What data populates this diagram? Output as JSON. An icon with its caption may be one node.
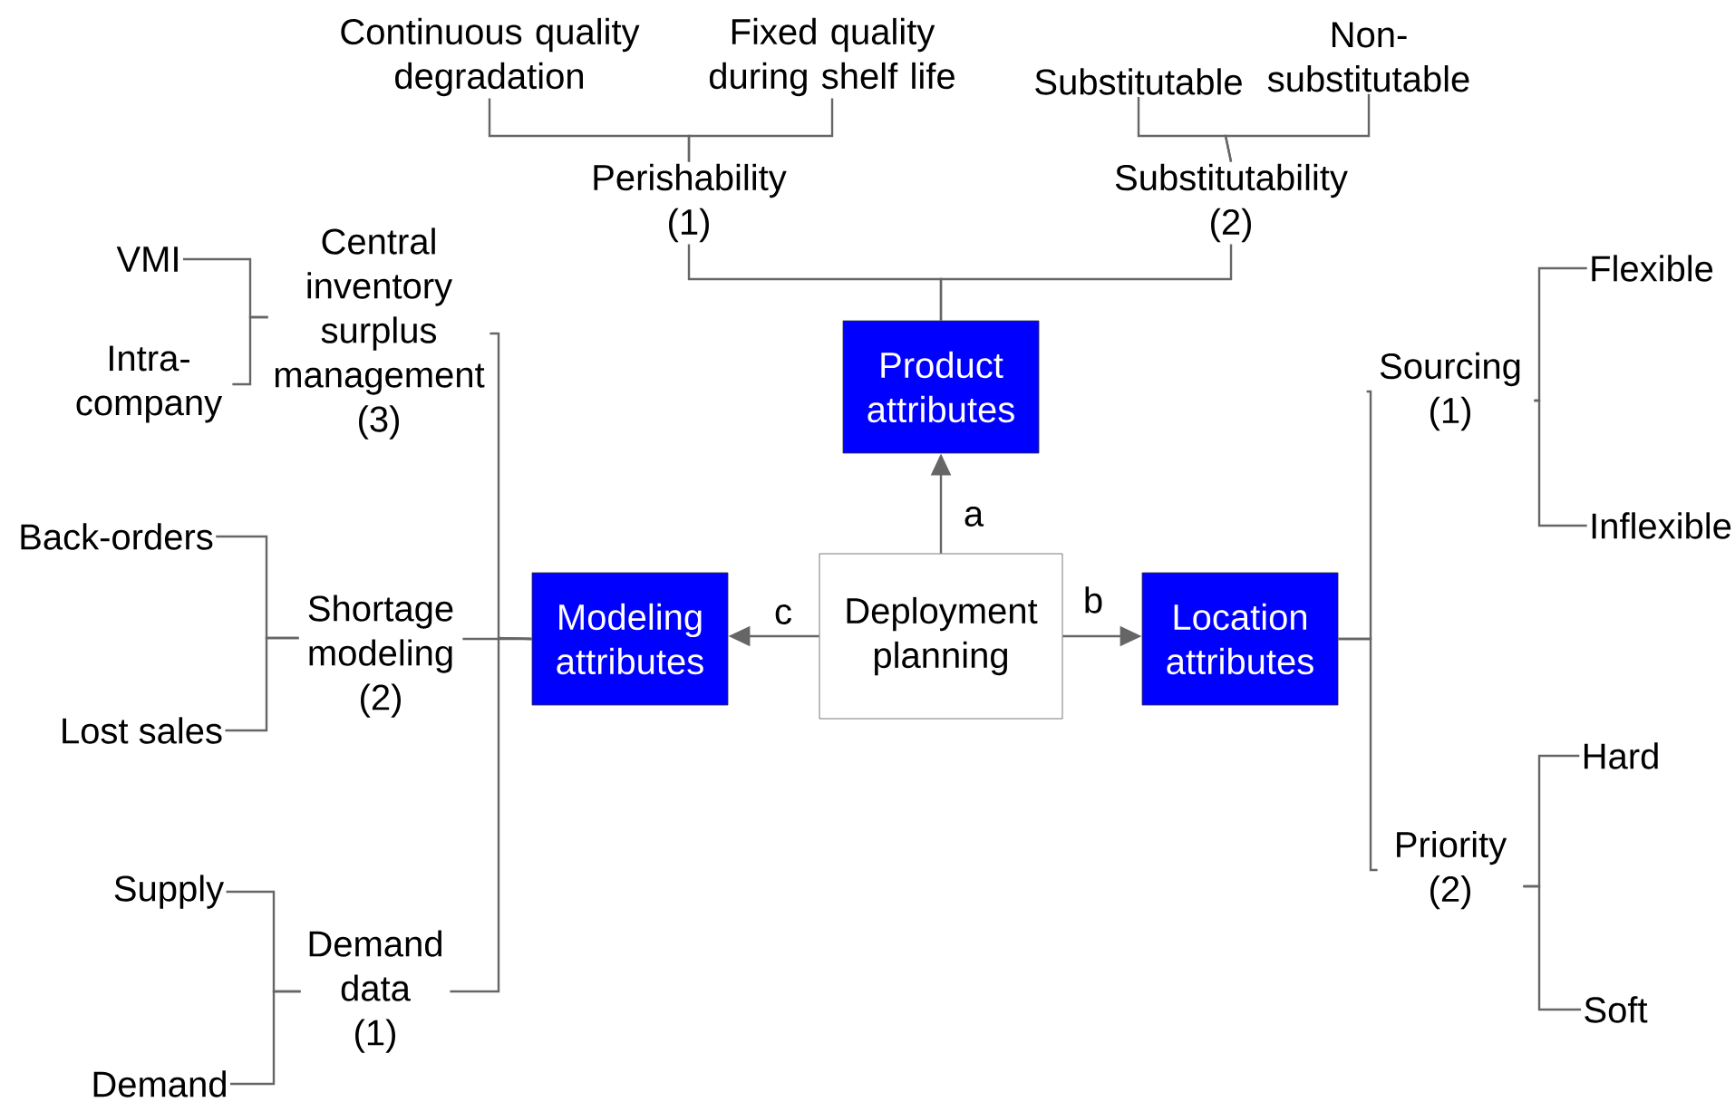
{
  "diagram": {
    "nodes": [
      {
        "text": [
          "Deployment planning"
        ]
      },
      {
        "text": [
          "Product attributes"
        ]
      },
      {
        "text": [
          "Modeling attributes"
        ]
      },
      {
        "text": [
          "Location attributes"
        ]
      },
      {
        "text": [
          "Perishability (1)"
        ]
      },
      {
        "text": [
          "Substitutability (2)"
        ]
      },
      {
        "text": [
          "Continuous quality degradation"
        ]
      },
      {
        "text": [
          "Fixed quality during shelf life"
        ]
      },
      {
        "text": [
          "Substitutable"
        ]
      },
      {
        "text": [
          "Non-substitutable"
        ]
      },
      {
        "text": [
          "Central inventory surplus management (3)"
        ]
      },
      {
        "text": [
          "VMI"
        ]
      },
      {
        "text": [
          "Intra-company"
        ]
      },
      {
        "text": [
          "Shortage modeling (2)"
        ]
      },
      {
        "text": [
          "Back-orders"
        ]
      },
      {
        "text": [
          "Lost sales"
        ]
      },
      {
        "text": [
          "Demand data (1)"
        ]
      },
      {
        "text": [
          "Supply"
        ]
      },
      {
        "text": [
          "Demand"
        ]
      },
      {
        "text": [
          "Sourcing (1)"
        ]
      },
      {
        "text": [
          "Flexible"
        ]
      },
      {
        "text": [
          "Inflexible"
        ]
      },
      {
        "text": [
          "Priority (2)"
        ]
      },
      {
        "text": [
          "Hard"
        ]
      },
      {
        "text": [
          "Soft"
        ]
      }
    ],
    "edges": [
      {
        "from": 0,
        "to": 1,
        "arrow": "to",
        "label": "a"
      },
      {
        "from": 0,
        "to": 2,
        "arrow": "to",
        "label": "c"
      },
      {
        "from": 0,
        "to": 3,
        "arrow": "to",
        "label": "b"
      },
      {
        "from": 1,
        "to": 4,
        "arrow": "none"
      },
      {
        "from": 1,
        "to": 5,
        "arrow": "none"
      },
      {
        "from": 4,
        "to": 6,
        "arrow": "none"
      },
      {
        "from": 4,
        "to": 7,
        "arrow": "none"
      },
      {
        "from": 5,
        "to": 8,
        "arrow": "none"
      },
      {
        "from": 5,
        "to": 9,
        "arrow": "none"
      },
      {
        "from": 2,
        "to": 10,
        "arrow": "none"
      },
      {
        "from": 2,
        "to": 13,
        "arrow": "none"
      },
      {
        "from": 2,
        "to": 16,
        "arrow": "none"
      },
      {
        "from": 10,
        "to": 11,
        "arrow": "none"
      },
      {
        "from": 10,
        "to": 12,
        "arrow": "none"
      },
      {
        "from": 13,
        "to": 14,
        "arrow": "none"
      },
      {
        "from": 13,
        "to": 15,
        "arrow": "none"
      },
      {
        "from": 16,
        "to": 17,
        "arrow": "none"
      },
      {
        "from": 16,
        "to": 18,
        "arrow": "none"
      },
      {
        "from": 3,
        "to": 19,
        "arrow": "none"
      },
      {
        "from": 3,
        "to": 22,
        "arrow": "none"
      },
      {
        "from": 19,
        "to": 20,
        "arrow": "none"
      },
      {
        "from": 19,
        "to": 21,
        "arrow": "none"
      },
      {
        "from": 22,
        "to": 23,
        "arrow": "none"
      },
      {
        "from": 22,
        "to": 24,
        "arrow": "none"
      }
    ]
  }
}
